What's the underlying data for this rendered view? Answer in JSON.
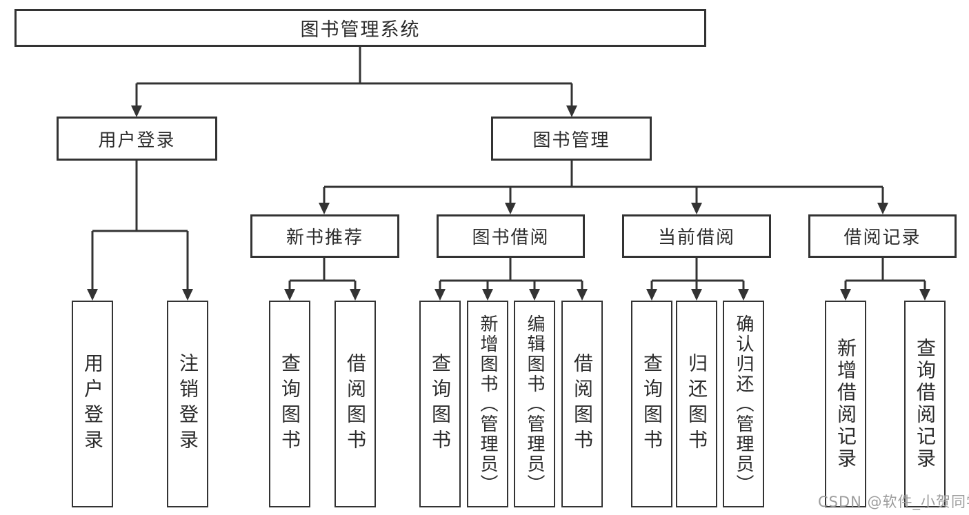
{
  "colors": {
    "background": "#ffffff",
    "line": "#333333",
    "text": "#2b2b2b",
    "watermark": "#9c9c9c"
  },
  "nodes": {
    "root": "图书管理系统",
    "user_login": "用户登录",
    "book_mgmt": "图书管理",
    "new_book": "新书推荐",
    "book_borrow": "图书借阅",
    "current_borrow": "当前借阅",
    "borrow_records": "借阅记录"
  },
  "leaves": [
    {
      "group": "user_login",
      "label": "用户登录"
    },
    {
      "group": "user_login",
      "label": "注销登录"
    },
    {
      "group": "new_book",
      "label": "查询图书"
    },
    {
      "group": "new_book",
      "label": "借阅图书"
    },
    {
      "group": "book_borrow",
      "label": "查询图书"
    },
    {
      "group": "book_borrow",
      "label": "新增图书（管理员）"
    },
    {
      "group": "book_borrow",
      "label": "编辑图书（管理员）"
    },
    {
      "group": "book_borrow",
      "label": "借阅图书"
    },
    {
      "group": "current_borrow",
      "label": "查询图书"
    },
    {
      "group": "current_borrow",
      "label": "归还图书"
    },
    {
      "group": "current_borrow",
      "label": "确认归还（管理员）"
    },
    {
      "group": "borrow_records",
      "label": "新增借阅记录"
    },
    {
      "group": "borrow_records",
      "label": "查询借阅记录"
    }
  ],
  "watermark": "CSDN @软件_小贺同学"
}
